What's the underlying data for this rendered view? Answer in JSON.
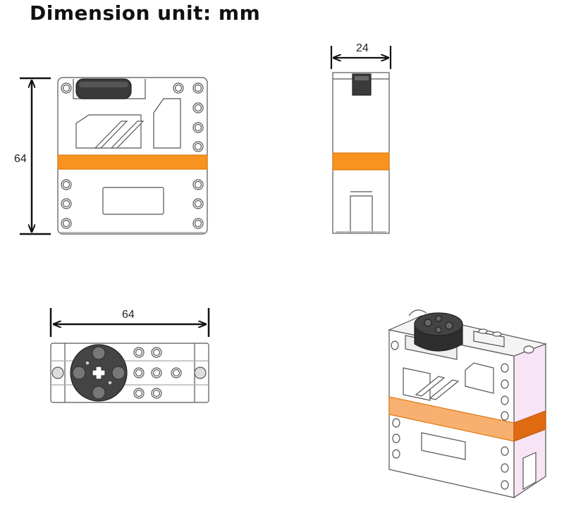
{
  "title": "Dimension unit: mm",
  "dimensions": {
    "front_height": "64",
    "side_width": "24",
    "bottom_width": "64"
  },
  "colors": {
    "orange_band": "#f7931e",
    "orange_dark": "#e06a10",
    "outline": "#555555",
    "hub": "#2e2e2e",
    "hub_light": "#6a6a6a",
    "pink_side": "#f7e4f5"
  }
}
